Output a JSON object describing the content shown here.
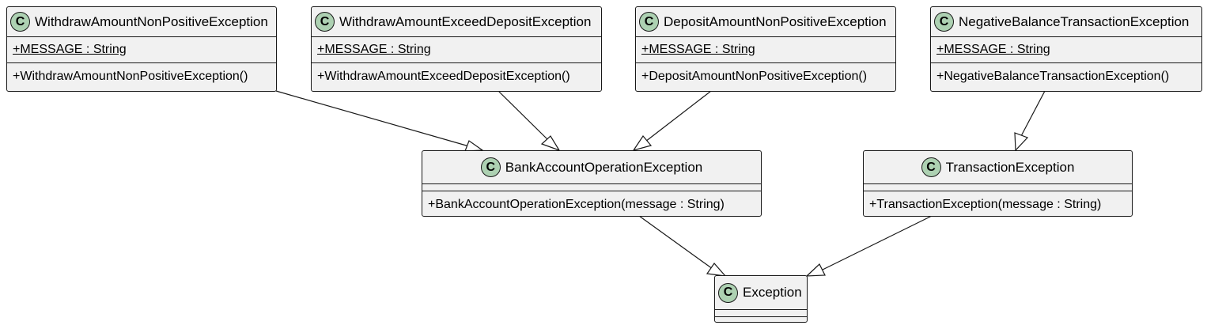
{
  "diagram": {
    "classes": {
      "withdraw_nonpos": {
        "stereotype": "C",
        "name": "WithdrawAmountNonPositiveException",
        "attribute": "+MESSAGE : String",
        "method": "+WithdrawAmountNonPositiveException()"
      },
      "withdraw_exceed": {
        "stereotype": "C",
        "name": "WithdrawAmountExceedDepositException",
        "attribute": "+MESSAGE : String",
        "method": "+WithdrawAmountExceedDepositException()"
      },
      "deposit_nonpos": {
        "stereotype": "C",
        "name": "DepositAmountNonPositiveException",
        "attribute": "+MESSAGE : String",
        "method": "+DepositAmountNonPositiveException()"
      },
      "negative_balance": {
        "stereotype": "C",
        "name": "NegativeBalanceTransactionException",
        "attribute": "+MESSAGE : String",
        "method": "+NegativeBalanceTransactionException()"
      },
      "bank_account_op": {
        "stereotype": "C",
        "name": "BankAccountOperationException",
        "method": "+BankAccountOperationException(message : String)"
      },
      "transaction": {
        "stereotype": "C",
        "name": "TransactionException",
        "method": "+TransactionException(message : String)"
      },
      "exception": {
        "stereotype": "C",
        "name": "Exception"
      }
    },
    "colors": {
      "class_fill": "#f1f1f1",
      "stereotype_circle": "#add1b2",
      "border": "#181818"
    }
  }
}
